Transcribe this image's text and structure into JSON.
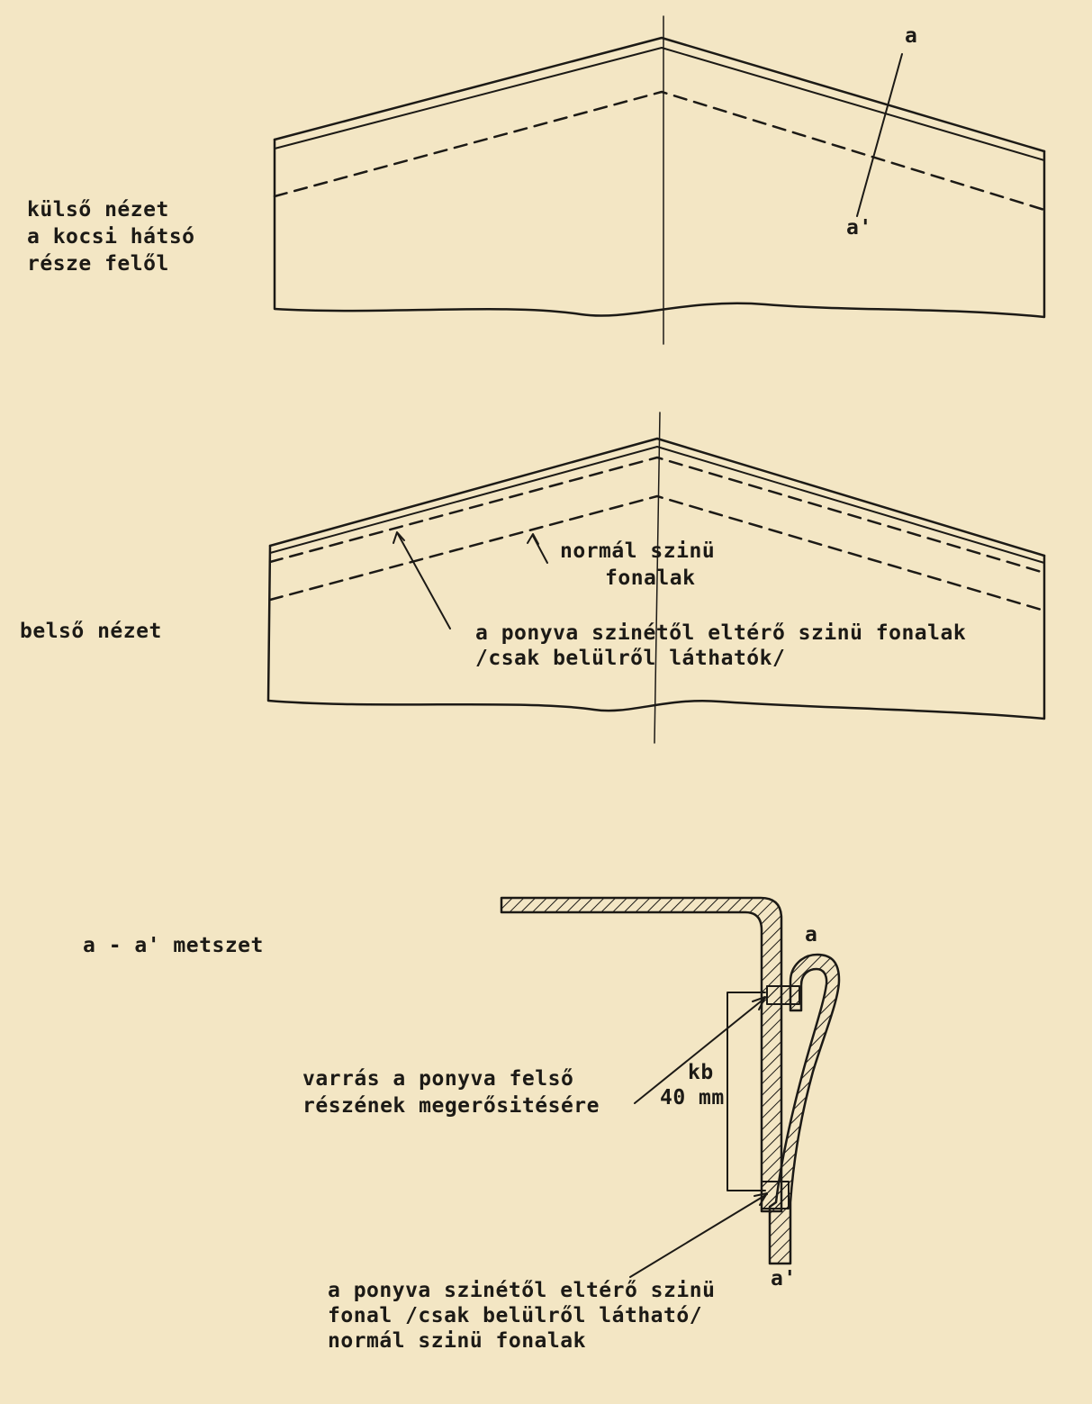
{
  "outer_view": {
    "label_lines": [
      "külső nézet",
      "a kocsi hátsó",
      "része felől"
    ],
    "mark_a": "a",
    "mark_a_prime": "a'"
  },
  "inner_view": {
    "label": "belső nézet",
    "note_normal": [
      "normál szinü",
      "fonalak"
    ],
    "note_contrast": [
      "a ponyva szinétől eltérő szinü fonalak",
      "/csak belülről láthatók/"
    ]
  },
  "section": {
    "label": "a - a' metszet",
    "mark_a": "a",
    "mark_a_prime": "a'",
    "seam_note": [
      "varrás a ponyva felső",
      "részének megerősitésére"
    ],
    "dimension": [
      "kb",
      "40 mm"
    ],
    "thread_note": [
      "a ponyva szinétől eltérő szinü",
      "fonal /csak belülről látható/",
      "normál szinü fonalak"
    ]
  },
  "colors": {
    "paper": "#f3e6c4",
    "ink": "#1c1a16"
  }
}
